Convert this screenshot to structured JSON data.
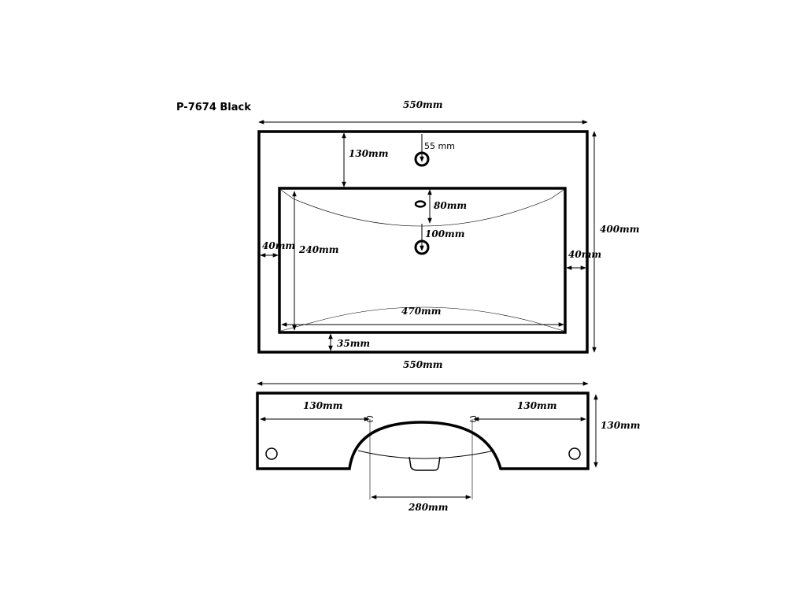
{
  "title": "P-7674 Black",
  "top_view": {
    "width_label": "550mm",
    "height_label": "400mm",
    "tap_offset_label": "130mm",
    "tap_hole_label": "55 mm",
    "overflow_label": "80mm",
    "drain_label": "100mm",
    "left_margin_label": "40mm",
    "right_margin_label": "40mm",
    "basin_depth_label": "240mm",
    "basin_width_label": "470mm",
    "bottom_margin_label": "35mm"
  },
  "front_view": {
    "width_label": "550mm",
    "left_offset_label": "130mm",
    "right_offset_label": "130mm",
    "height_label": "130mm",
    "bowl_width_label": "280mm"
  }
}
